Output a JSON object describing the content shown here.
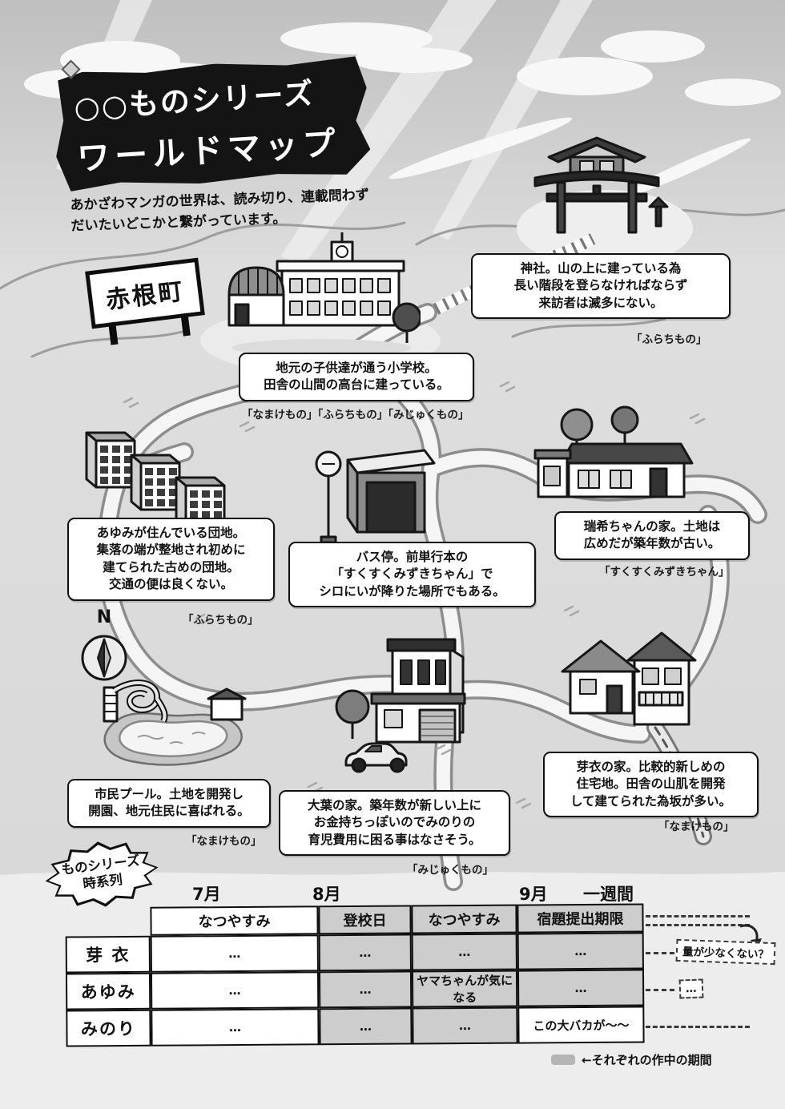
{
  "title": {
    "line1": "○○ものシリーズ",
    "line2": "ワールドマップ"
  },
  "intro": "あかざわマンガの世界は、読み切り、連載問わず\nだいたいどこかと繋がっています。",
  "sign": {
    "label": "赤根町"
  },
  "compass": {
    "label": "N"
  },
  "locations": {
    "shrine": {
      "desc": "神社。山の上に建っている為\n長い階段を登らなければならず\n来訪者は滅多にない。",
      "tag": "「ふらちもの」"
    },
    "school": {
      "desc": "地元の子供達が通う小学校。\n田舎の山間の高台に建っている。",
      "tag": "「なまけもの」「ふらちもの」「みじゅくもの」"
    },
    "danchi": {
      "desc": "あゆみが住んでいる団地。\n集落の端が整地され初めに\n建てられた古めの団地。\n交通の便は良くない。",
      "tag": "「ふらちもの」"
    },
    "busstop": {
      "desc": "バス停。前単行本の\n「すくすくみずきちゃん」で\nシロにいが降りた場所でもある。",
      "tag": ""
    },
    "mizuki_house": {
      "desc": "瑞希ちゃんの家。土地は\n広めだが築年数が古い。",
      "tag": "「すくすくみずきちゃん」"
    },
    "pool": {
      "desc": "市民プール。土地を開発し\n開園、地元住民に喜ばれる。",
      "tag": "「なまけもの」"
    },
    "ooba_house": {
      "desc": "大葉の家。築年数が新しい上に\nお金持ちっぽいのでみのりの\n育児費用に困る事はなさそう。",
      "tag": "「みじゅくもの」"
    },
    "mei_house": {
      "desc": "芽衣の家。比較的新しめの\n住宅地。田舎の山肌を開発\nして建てられた為坂が多い。",
      "tag": "「なまけもの」"
    }
  },
  "timeline": {
    "burst": "ものシリーズ\n時系列",
    "months": {
      "m7": "7月",
      "m8": "8月",
      "m9": "9月",
      "week": "一週間"
    },
    "header": {
      "c1": "なつやすみ",
      "c2": "登校日",
      "c3": "なつやすみ",
      "c4": "宿題提出期限"
    },
    "rows": [
      {
        "name": "芽 衣",
        "c1": "…",
        "c2": "…",
        "c3": "…",
        "c4": "…",
        "note": "量が少なくない？"
      },
      {
        "name": "あゆみ",
        "c1": "…",
        "c2": "…",
        "c3": "ヤマちゃんが気になる",
        "c4": "…",
        "note": "…"
      },
      {
        "name": "みのり",
        "c1": "…",
        "c2": "…",
        "c3": "…",
        "c4": "この大バカが〜〜",
        "note": ""
      }
    ],
    "legend": "←それぞれの作中の期間"
  }
}
